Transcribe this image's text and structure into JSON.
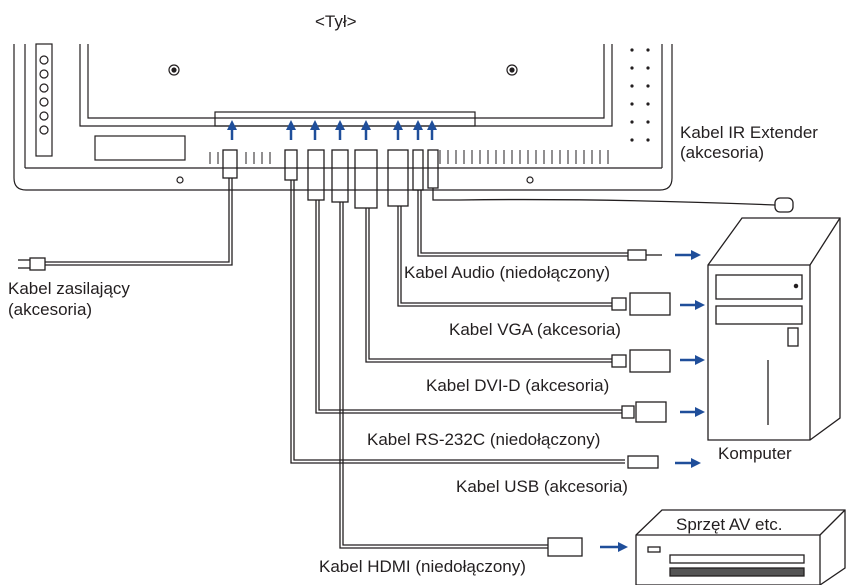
{
  "view_title": "<Tył>",
  "labels": {
    "ir_extender_line1": "Kabel IR Extender",
    "ir_extender_line2": "(akcesoria)",
    "power_line1": "Kabel zasilający",
    "power_line2": "(akcesoria)",
    "audio": "Kabel Audio (niedołączony)",
    "vga": "Kabel VGA (akcesoria)",
    "dvi": "Kabel DVI-D (akcesoria)",
    "rs232": "Kabel RS-232C (niedołączony)",
    "usb": "Kabel USB (akcesoria)",
    "hdmi": "Kabel HDMI (niedołączony)",
    "computer": "Komputer",
    "av_device": "Sprzęt AV etc."
  },
  "colors": {
    "line": "#231f20",
    "arrow": "#1f4e9a",
    "panel": "#ffffff"
  }
}
